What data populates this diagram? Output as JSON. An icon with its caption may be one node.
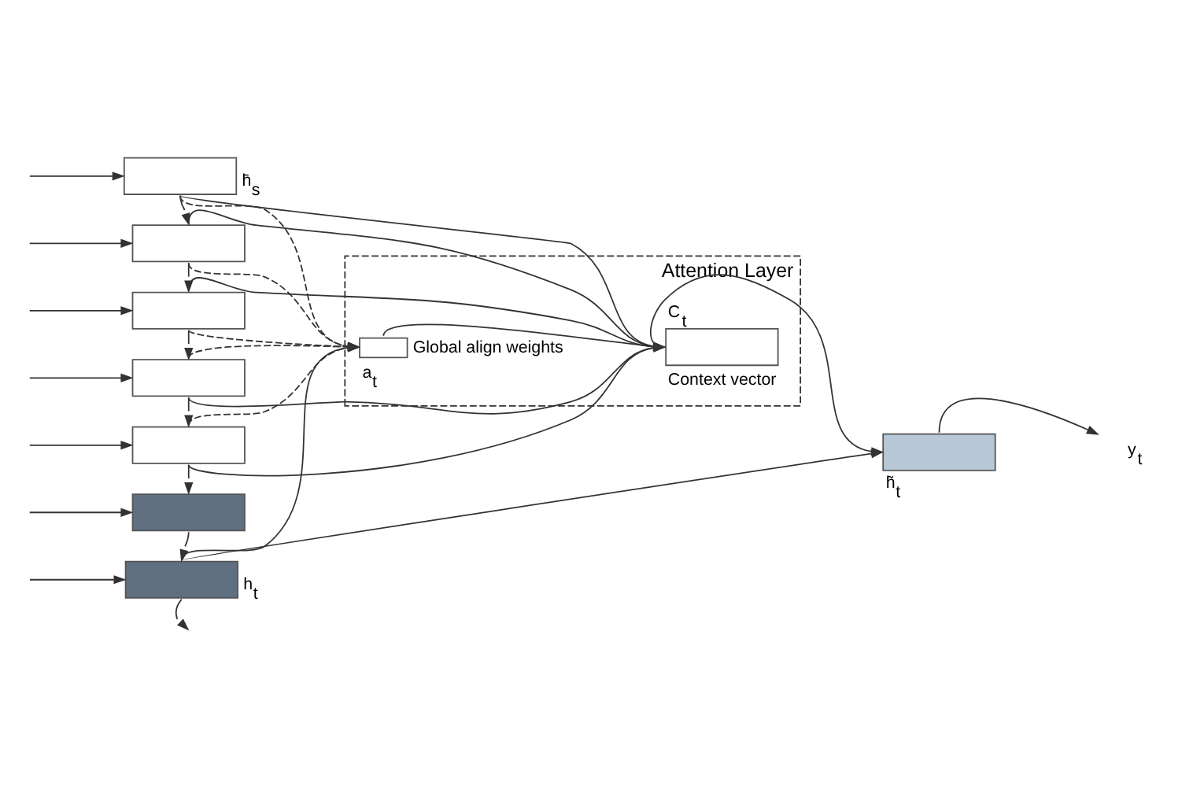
{
  "diagram": {
    "nodes": [
      {
        "text": [],
        "shape": "box",
        "beside": [
          "h̄$_{s}$"
        ]
      },
      {
        "text": [],
        "shape": "box"
      },
      {
        "text": [],
        "shape": "box"
      },
      {
        "text": [],
        "shape": "box"
      },
      {
        "text": [],
        "shape": "box"
      },
      {
        "text": [],
        "shape": "box"
      },
      {
        "text": [],
        "shape": "box",
        "beside": [
          "h$_{t}$"
        ]
      },
      {
        "text": [
          "Attention Layer"
        ]
      },
      {
        "text": [],
        "shape": "box",
        "in": 7,
        "beside": [
          "C$_{t}$",
          "Context vector"
        ]
      },
      {
        "text": [],
        "shape": "box",
        "in": 7,
        "beside": [
          "a$_{t}$",
          "Global align weights"
        ]
      },
      {
        "text": [],
        "shape": "box",
        "beside": [
          "h̃$_{t}$"
        ]
      },
      {
        "text": [
          "y$_{t}$"
        ]
      }
    ],
    "edges": [
      {
        "from": null,
        "to": 0,
        "arrow": "to"
      },
      {
        "from": null,
        "to": 1,
        "arrow": "to"
      },
      {
        "from": null,
        "to": 2,
        "arrow": "to"
      },
      {
        "from": null,
        "to": 3,
        "arrow": "to"
      },
      {
        "from": null,
        "to": 4,
        "arrow": "to"
      },
      {
        "from": null,
        "to": 5,
        "arrow": "to"
      },
      {
        "from": null,
        "to": 6,
        "arrow": "to"
      },
      {
        "from": 0,
        "to": 1,
        "arrow": "to"
      },
      {
        "from": 1,
        "to": 2,
        "arrow": "to"
      },
      {
        "from": 2,
        "to": 3,
        "arrow": "to"
      },
      {
        "from": 3,
        "to": 4,
        "arrow": "to"
      },
      {
        "from": 4,
        "to": 5,
        "arrow": "to"
      },
      {
        "from": 5,
        "to": 6,
        "arrow": "to"
      },
      {
        "from": 6,
        "to": null,
        "arrow": "to"
      },
      {
        "from": 0,
        "to": 8,
        "arrow": "to"
      },
      {
        "from": 1,
        "to": 8,
        "arrow": "to"
      },
      {
        "from": 2,
        "to": 8,
        "arrow": "to"
      },
      {
        "from": 3,
        "to": 8,
        "arrow": "to"
      },
      {
        "from": 4,
        "to": 8,
        "arrow": "to"
      },
      {
        "from": 0,
        "to": 9,
        "arrow": "to",
        "style": "dashed"
      },
      {
        "from": 1,
        "to": 9,
        "arrow": "to",
        "style": "dashed"
      },
      {
        "from": 2,
        "to": 9,
        "arrow": "to",
        "style": "dashed"
      },
      {
        "from": 3,
        "to": 9,
        "arrow": "to",
        "style": "dashed"
      },
      {
        "from": 4,
        "to": 9,
        "arrow": "to",
        "style": "dashed"
      },
      {
        "from": 6,
        "to": 9,
        "arrow": "to"
      },
      {
        "from": 9,
        "to": 8,
        "arrow": "to"
      },
      {
        "from": 6,
        "to": 10,
        "arrow": "to"
      },
      {
        "from": 8,
        "to": 10,
        "arrow": "to"
      },
      {
        "from": 10,
        "to": 11,
        "arrow": "to"
      }
    ]
  }
}
